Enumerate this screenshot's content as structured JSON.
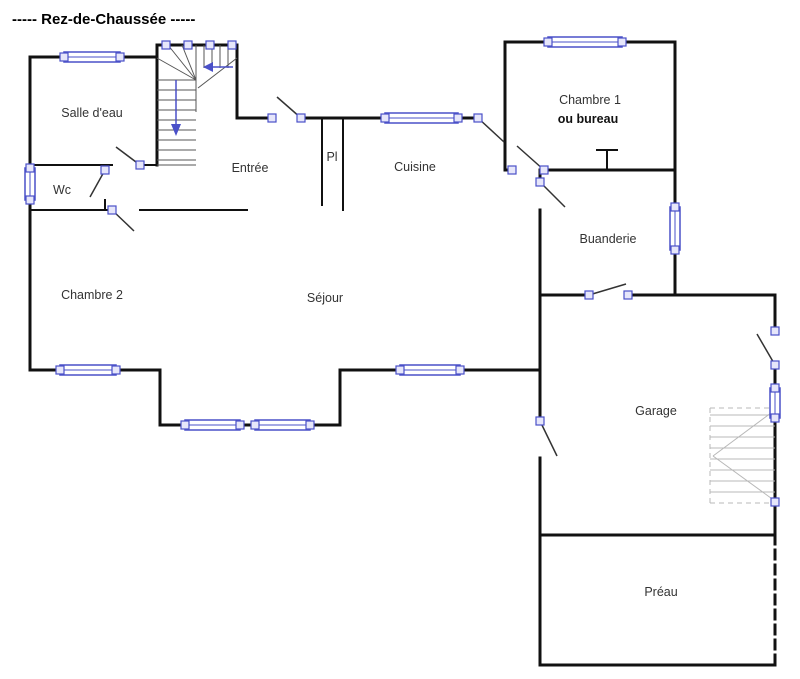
{
  "title": "----- Rez-de-Chaussée -----",
  "colors": {
    "wall": "#111111",
    "window-blue": "#4a50c8",
    "window-fill": "#e6e6fa",
    "label": "#333333",
    "stair-gray": "#b8b8b8"
  },
  "rooms": {
    "salle_deau": "Salle d'eau",
    "wc": "Wc",
    "chambre2": "Chambre 2",
    "entree": "Entrée",
    "pl": "Pl",
    "cuisine": "Cuisine",
    "chambre1_l1": "Chambre 1",
    "chambre1_l2": "ou bureau",
    "buanderie": "Buanderie",
    "sejour": "Séjour",
    "garage": "Garage",
    "preau": "Préau"
  }
}
